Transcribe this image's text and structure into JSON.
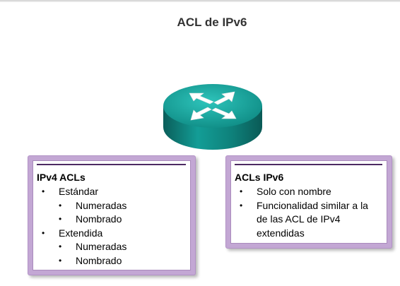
{
  "title": "ACL de IPv6",
  "router_icon": "router-icon",
  "colors": {
    "panel_border": "#c3a7d4",
    "panel_bar": "#4d2a62",
    "router_teal": "#0e8a84"
  },
  "ipv4_panel": {
    "heading": "IPv4 ACLs",
    "items": [
      {
        "label": "Estándar",
        "level": 1
      },
      {
        "label": "Numeradas",
        "level": 2
      },
      {
        "label": "Nombrado",
        "level": 2
      },
      {
        "label": "Extendida",
        "level": 1
      },
      {
        "label": "Numeradas",
        "level": 2
      },
      {
        "label": "Nombrado",
        "level": 2
      }
    ]
  },
  "ipv6_panel": {
    "heading": "ACLs IPv6",
    "items": [
      {
        "label": "Solo con nombre",
        "level": 1
      },
      {
        "label": "Funcionalidad similar a la",
        "level": 1
      },
      {
        "label": "de las ACL de IPv4",
        "level": 0
      },
      {
        "label": "extendidas",
        "level": 0
      }
    ]
  }
}
